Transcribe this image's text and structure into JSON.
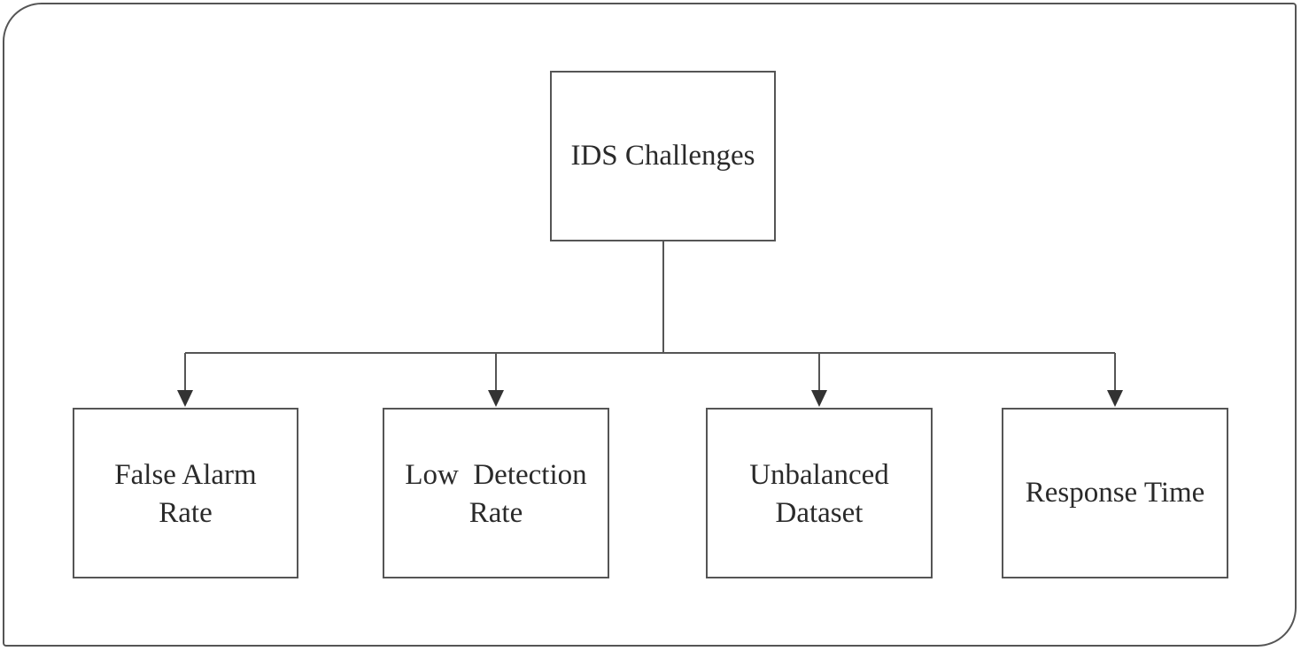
{
  "diagram": {
    "root": {
      "label": "IDS Challenges"
    },
    "children": [
      {
        "label": "False Alarm Rate",
        "lines": [
          "False Alarm",
          "Rate"
        ]
      },
      {
        "label": "Low Detection Rate",
        "lines": [
          "Low  Detection",
          "Rate"
        ]
      },
      {
        "label": "Unbalanced Dataset",
        "lines": [
          "Unbalanced",
          "Dataset"
        ]
      },
      {
        "label": "Response Time",
        "lines": [
          "Response Time"
        ]
      }
    ],
    "line_color": "#555555",
    "arrow_color": "#333333"
  }
}
